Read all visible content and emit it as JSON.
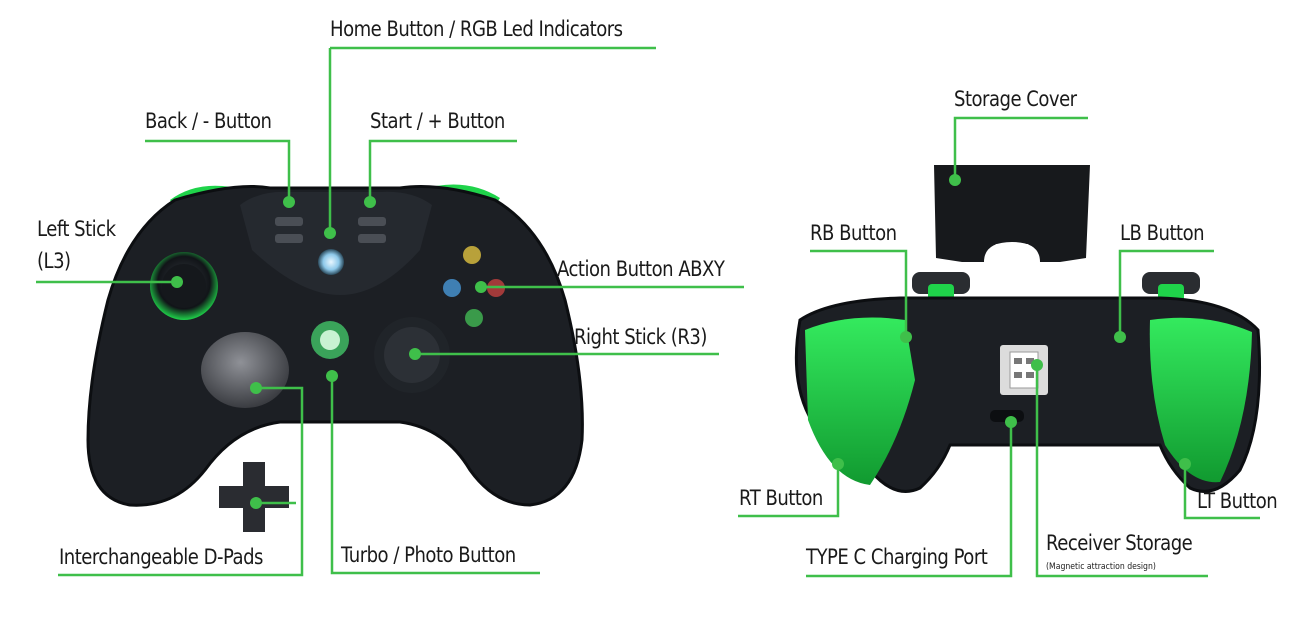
{
  "colors": {
    "callout_green": "#3fbf4a",
    "controller_body": "#1c1f24",
    "controller_accent": "#1fd34a",
    "text": "#1a1a1a"
  },
  "front_view": {
    "labels": {
      "home": "Home Button / RGB Led Indicators",
      "back": "Back / - Button",
      "start": "Start / + Button",
      "left_stick_1": "Left Stick",
      "left_stick_2": "(L3)",
      "action": "Action Button ABXY",
      "right_stick": "Right Stick (R3)",
      "dpads": "Interchangeable D-Pads",
      "turbo": "Turbo / Photo Button"
    }
  },
  "back_view": {
    "labels": {
      "storage_cover": "Storage Cover",
      "rb": "RB Button",
      "lb": "LB Button",
      "rt": "RT Button",
      "lt": "LT Button",
      "type_c": "TYPE C Charging Port",
      "receiver": "Receiver Storage",
      "receiver_note": "(Magnetic attraction design)"
    }
  }
}
